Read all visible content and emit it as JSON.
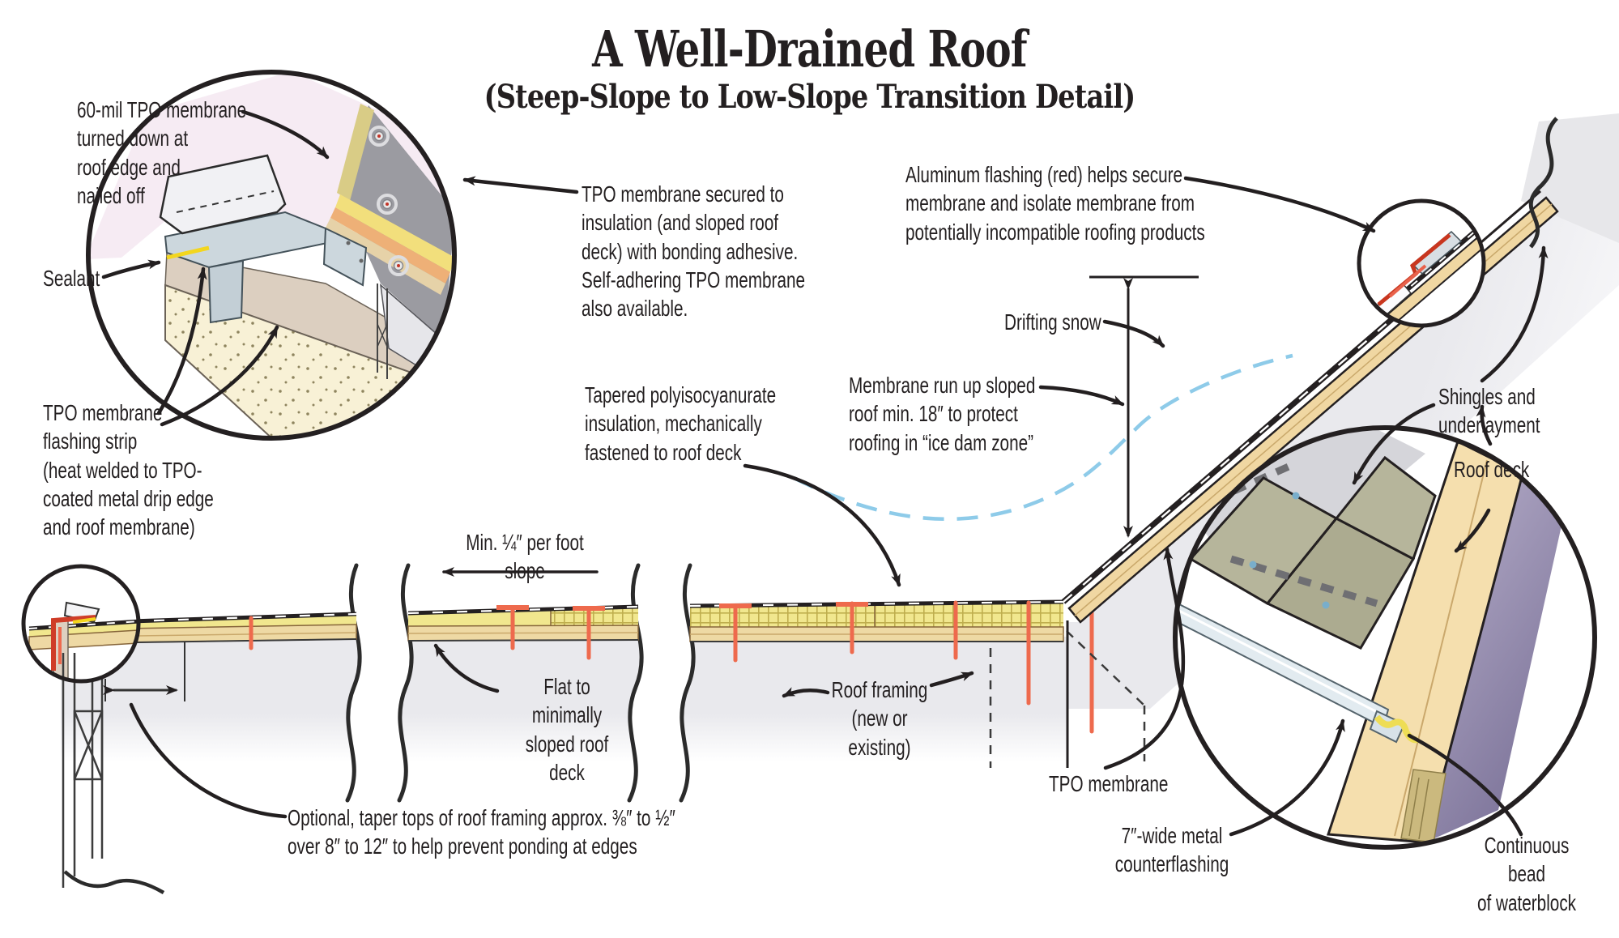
{
  "title": "A Well-Drained Roof",
  "subtitle": "(Steep-Slope to Low-Slope Transition Detail)",
  "labels": {
    "sixty_mil": "60-mil TPO membrane\nturned down at\nroof edge and\nnailed off",
    "sealant": "Sealant",
    "flashing_strip": "TPO membrane\nflashing strip\n(heat welded to TPO-\ncoated metal drip edge\nand roof membrane)",
    "secured": "TPO membrane secured to\ninsulation (and sloped roof\ndeck) with bonding adhesive.\nSelf-adhering TPO membrane\nalso available.",
    "tapered": "Tapered polyisocyanurate\ninsulation, mechanically\nfastened to roof deck",
    "aluminum": "Aluminum flashing (red) helps secure\nmembrane and isolate membrane from\npotentially incompatible roofing products",
    "drifting_snow": "Drifting snow",
    "membrane_run": "Membrane run up sloped\nroof min. 18″ to protect\nroofing in “ice dam zone”",
    "min_slope": "Min. ¼″ per foot slope",
    "flat_deck": "Flat to minimally\nsloped roof deck",
    "roof_framing": "Roof framing\n(new or existing)",
    "optional": "Optional, taper tops of roof framing approx. ⅜″ to ½″\nover 8″ to 12″ to help prevent ponding at edges",
    "shingles": "Shingles and\nunderlayment",
    "roof_deck": "Roof deck",
    "tpo_membrane": "TPO membrane",
    "counterflashing": "7″-wide metal\ncounterflashing",
    "waterblock": "Continuous bead\nof waterblock"
  },
  "colors": {
    "text": "#231f20",
    "outline": "#242021",
    "membrane_pink": "#f6ebf3",
    "insulation_yellow": "#f1e78e",
    "insulation_grid": "#bfae4e",
    "wood_deck_tan": "#eed9a4",
    "slope_deck_tan": "#f0d7a2",
    "metal_flashing": "#ccd7dd",
    "fastener_red": "#ee6a4d",
    "aluminum_flashing_red": "#c8361f",
    "sealant_yellow": "#f3d61e",
    "snow_blue": "#8ecbe9",
    "framing_gray": "#e9e9ed",
    "shingle_olive": "#b6b59b",
    "waterblock_yellow": "#eedd55",
    "shadow_purple": "#8a80a4"
  }
}
